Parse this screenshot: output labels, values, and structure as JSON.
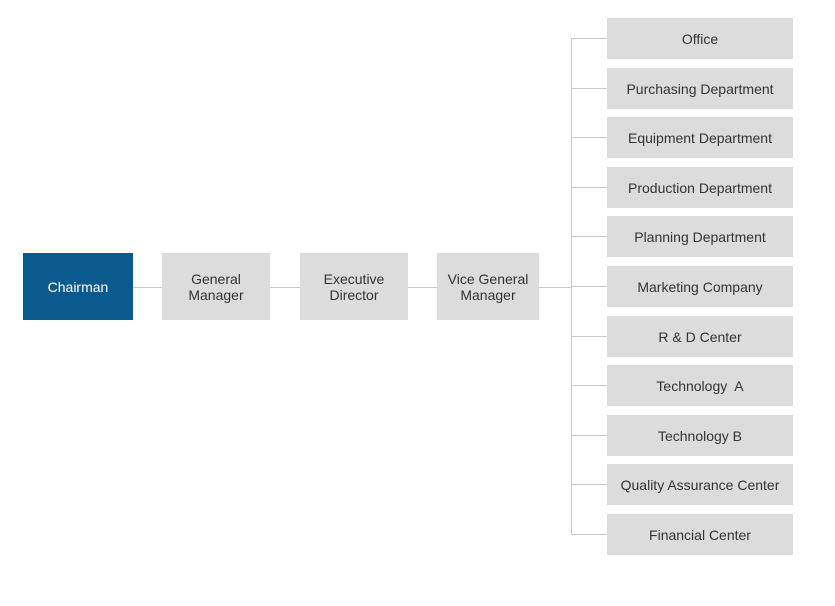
{
  "chain": {
    "chairman": "Chairman",
    "general_manager": "General\nManager",
    "executive_director": "Executive\nDirector",
    "vice_general_manager": "Vice General\nManager"
  },
  "departments": [
    "Office",
    "Purchasing Department",
    "Equipment Department",
    "Production Department",
    "Planning Department",
    "Marketing Company",
    "R & D Center",
    "Technology  A",
    "Technology B",
    "Quality Assurance Center",
    "Financial Center"
  ],
  "colors": {
    "root_fill": "#0b5a8e",
    "box_fill": "#dcdcdc",
    "connector": "#c8c8c8",
    "text": "#333333"
  }
}
